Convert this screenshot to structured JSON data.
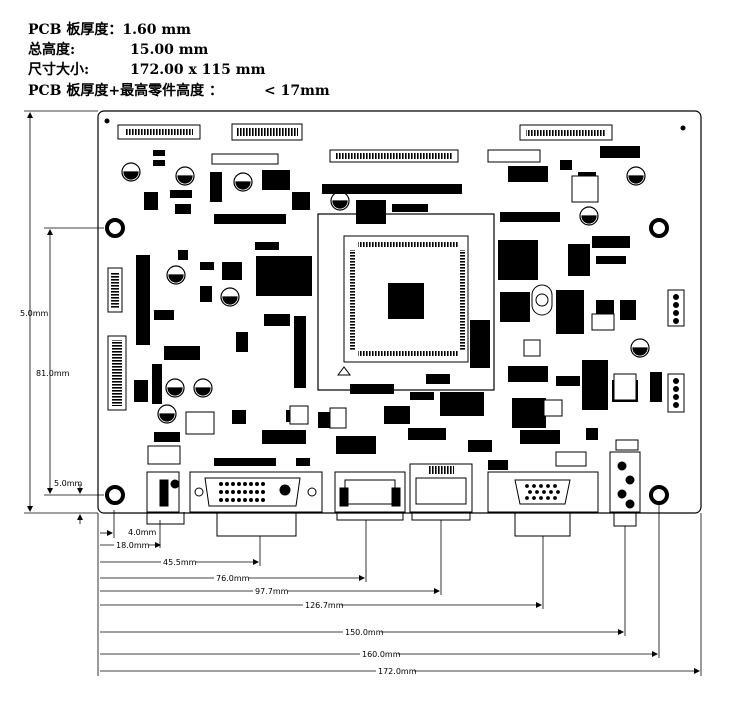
{
  "specs": {
    "thickness_label": "PCB 板厚度：",
    "thickness_value": "1.60 mm",
    "height_label": "总高度:",
    "height_value": "15.00   mm",
    "size_label": "尺寸大小:",
    "size_value": "172.00 x 115 mm",
    "max_height_label": "PCB 板厚度+最高零件高度 ：",
    "max_height_value": "< 17mm"
  },
  "dimensions": {
    "left_top": "5.0mm",
    "left_mid": "81.0mm",
    "left_bottom": "5.0mm",
    "d1": "4.0mm",
    "d2": "18.0mm",
    "d3": "45.5mm",
    "d4": "76.0mm",
    "d5": "97.7mm",
    "d6": "126.7mm",
    "d7": "150.0mm",
    "d8": "160.0mm",
    "d9": "172.0mm"
  }
}
